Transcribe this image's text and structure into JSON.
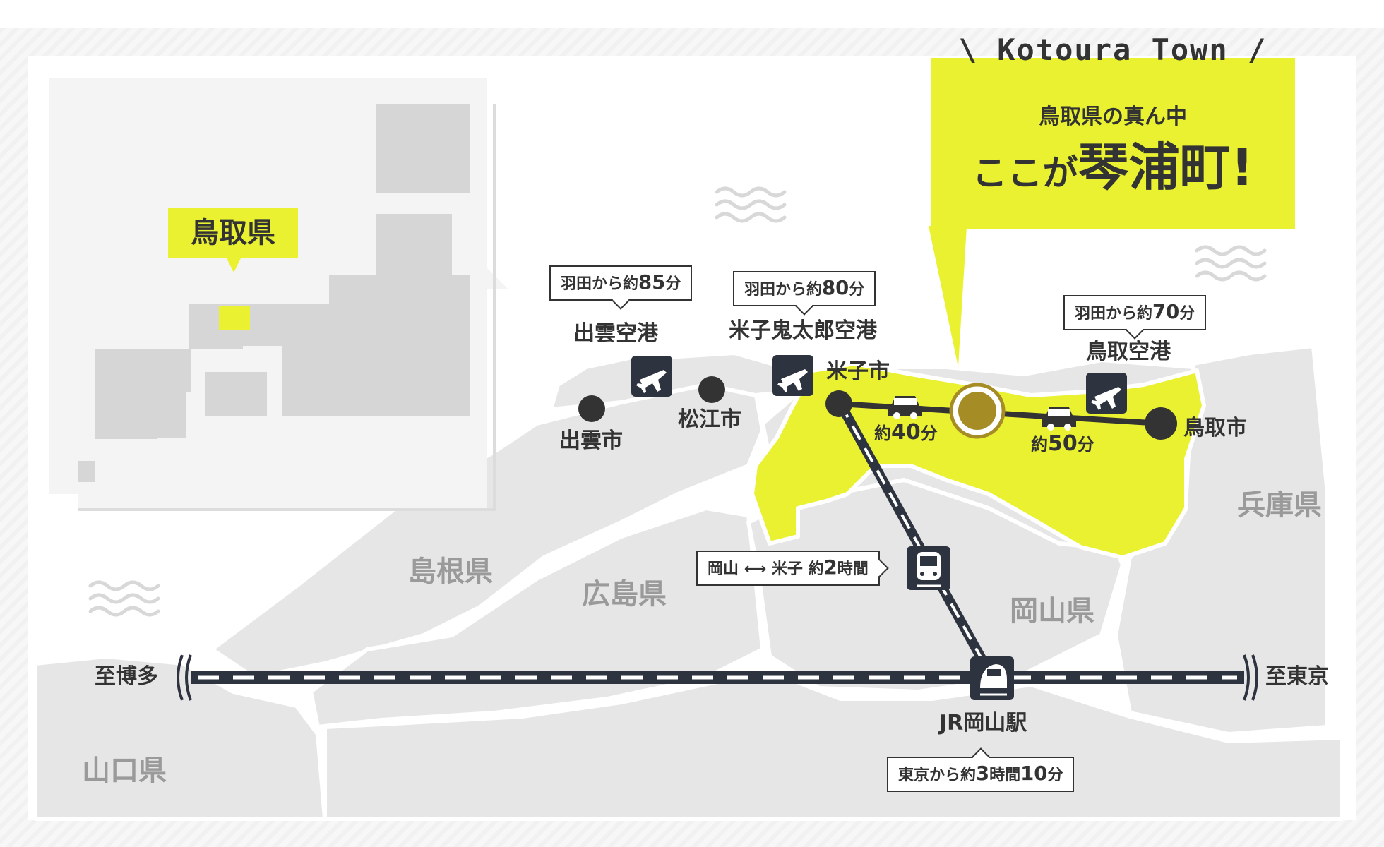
{
  "callout": {
    "english": "\\ Kotoura Town /",
    "subtitle": "鳥取県の真ん中",
    "prefix": "ここが",
    "town": "琴浦町!"
  },
  "inset": {
    "label": "鳥取県"
  },
  "prefectures": {
    "shimane": "島根県",
    "hiroshima": "広島県",
    "okayama": "岡山県",
    "hyogo": "兵庫県",
    "yamaguchi": "山口県"
  },
  "cities": {
    "izumo": "出雲市",
    "matsue": "松江市",
    "yonago": "米子市",
    "tottori": "鳥取市"
  },
  "airports": {
    "izumo": {
      "name": "出雲空港",
      "from": "羽田から約",
      "time": "85",
      "unit": "分"
    },
    "yonago": {
      "name": "米子鬼太郎空港",
      "from": "羽田から約",
      "time": "80",
      "unit": "分"
    },
    "tottori": {
      "name": "鳥取空港",
      "from": "羽田から約",
      "time": "70",
      "unit": "分"
    }
  },
  "drive": {
    "west": {
      "prefix": "約",
      "time": "40",
      "unit": "分"
    },
    "east": {
      "prefix": "約",
      "time": "50",
      "unit": "分"
    }
  },
  "rail": {
    "okayama_yonago": {
      "from": "岡山",
      "to": "米子",
      "prefix": "約",
      "time": "2",
      "unit": "時間"
    },
    "station": "JR岡山駅",
    "tokyo_time": {
      "from": "東京から約",
      "hours": "3",
      "h_unit": "時間",
      "minutes": "10",
      "m_unit": "分"
    },
    "west_end": "至博多",
    "east_end": "至東京"
  },
  "colors": {
    "highlight": "#e9f131",
    "land": "#e6e6e6",
    "outline": "#ffffff",
    "dark": "#333333",
    "town_marker": "#a58c25",
    "label_gray": "#9a9a9a"
  }
}
